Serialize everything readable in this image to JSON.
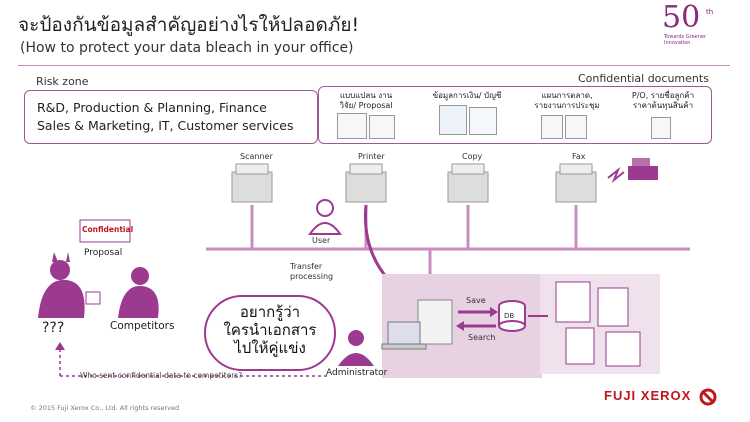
{
  "slide": {
    "title": "จะป้องกันข้อมูลสำคัญอย่างไรให้ปลอดภัย!",
    "subtitle": "(How to protect your data bleach in your office)",
    "logo": {
      "number": "50",
      "suffix": "th",
      "tagline_1": "Towards Greener",
      "tagline_2": "Innovation"
    },
    "risk_zone": {
      "label": "Risk zone",
      "line_1": "R&D, Production & Planning, Finance",
      "line_2": "Sales & Marketing, IT, Customer services"
    },
    "confidential": {
      "label": "Confidential documents",
      "items": [
        {
          "line_1": "แบบแปลน งาน",
          "line_2": "วิจัย/ Proposal"
        },
        {
          "line_1": "ข้อมูลการเงิน/ บัญชี",
          "line_2": ""
        },
        {
          "line_1": "แผนการตลาด,",
          "line_2": "รายงานการประชุม"
        },
        {
          "line_1": "P/O, รายชื่อลูกค้า",
          "line_2": "ราคาต้นทุนสินค้า"
        }
      ]
    },
    "devices": {
      "scanner": "Scanner",
      "printer": "Printer",
      "copy": "Copy",
      "fax": "Fax"
    },
    "user": "User",
    "transfer_1": "Transfer",
    "transfer_2": "processing",
    "save": "Save",
    "search": "Search",
    "db": "DB",
    "administrator": "Administrator",
    "confidential_stamp": "Confidential",
    "proposal": "Proposal",
    "question": "???",
    "competitors": "Competitors",
    "bubble": {
      "line_1": "อยากรู้ว่า",
      "line_2": "ใครนำเอกสาร",
      "line_3": "ไปให้คู่แข่ง"
    },
    "who_sent": "Who sent confidential data to competitors?",
    "copyright": "© 2015 Fuji Xerox Co., Ltd. All rights reserved",
    "brand": "FUJI XEROX"
  },
  "colors": {
    "accent": "#9b3a8f",
    "light": "#c98cc0",
    "brand_red": "#c0161d"
  }
}
